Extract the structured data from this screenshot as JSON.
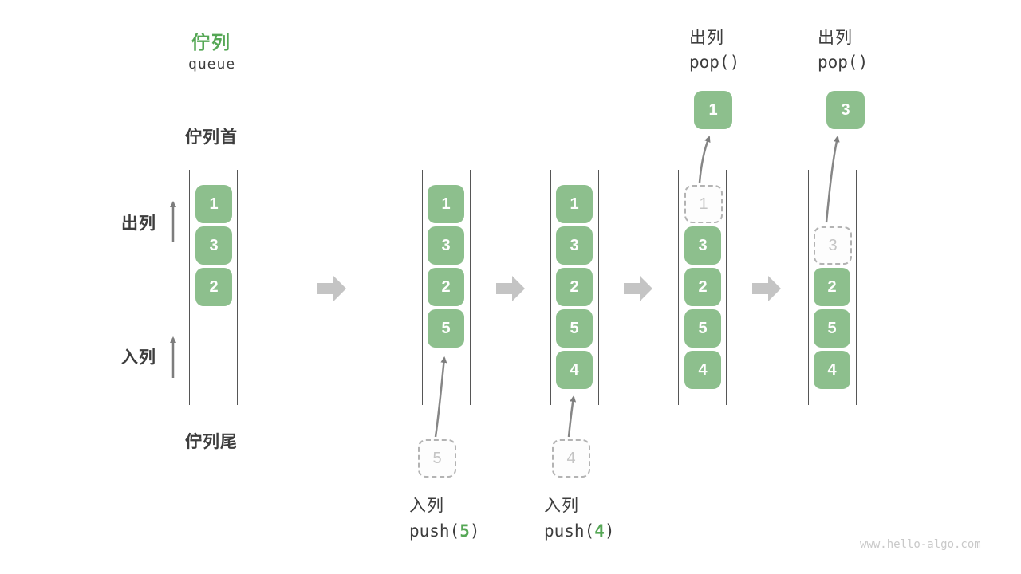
{
  "palette": {
    "cell_green": "#8dbf8d",
    "title_green": "#55a755",
    "code_arg_green": "#55a755",
    "dark_text": "#3d3d3d",
    "block_arrow_gray": "#c4c4c4",
    "thin_arrow_gray": "#868686",
    "ghost_border": "#b3b3b3",
    "ghost_text": "#c4c4c4",
    "rail_line": "#565656",
    "watermark_gray": "#c9c9c9"
  },
  "title": {
    "zh": "佇列",
    "en": "queue"
  },
  "side_labels": {
    "front": "佇列首",
    "rear": "佇列尾",
    "dequeue": "出列",
    "enqueue": "入列"
  },
  "stages": [
    {
      "id": "initial",
      "cells": [
        "1",
        "3",
        "2"
      ]
    },
    {
      "id": "after-push-5",
      "cells": [
        "1",
        "3",
        "2",
        "5"
      ],
      "incoming": "5",
      "op_label": "入列",
      "op_prefix": "push(",
      "op_arg": "5",
      "op_suffix": ")"
    },
    {
      "id": "after-push-4",
      "cells": [
        "1",
        "3",
        "2",
        "5",
        "4"
      ],
      "incoming": "4",
      "op_label": "入列",
      "op_prefix": "push(",
      "op_arg": "4",
      "op_suffix": ")"
    },
    {
      "id": "after-pop-1",
      "removed": "1",
      "cells": [
        "3",
        "2",
        "5",
        "4"
      ],
      "popped": "1",
      "op_label": "出列",
      "op_call": "pop()"
    },
    {
      "id": "after-pop-3",
      "removed": "3",
      "cells": [
        "2",
        "5",
        "4"
      ],
      "popped": "3",
      "op_label": "出列",
      "op_call": "pop()"
    }
  ],
  "watermark": "www.hello-algo.com"
}
